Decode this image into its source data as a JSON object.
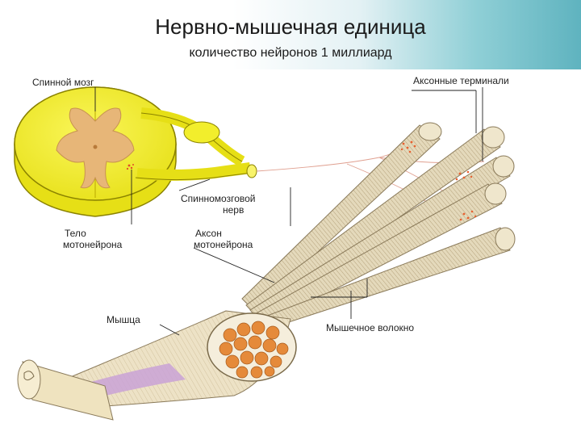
{
  "header": {
    "title": "Нервно-мышечная единица",
    "subtitle": "количество нейронов 1 миллиард"
  },
  "labels": {
    "spinal_cord": "Спинной мозг",
    "axon_terminals": "Аксонные терминали",
    "spinal_nerve_line1": "Спинномозговой",
    "spinal_nerve_line2": "нерв",
    "body_line1": "Тело",
    "body_line2": "мотонейрона",
    "axon_line1": "Аксон",
    "axon_line2": "мотонейрона",
    "muscle": "Мышца",
    "muscle_fiber": "Мышечное волокно"
  },
  "colors": {
    "spinal_cord_yellow": "#f2ee2c",
    "grey_matter": "#e7b678",
    "fiber": "#e2d7b8",
    "fascicle": "#e07b2a",
    "tendon_purple": "#c9a2d6",
    "header_accent": "#5fb3bf"
  }
}
